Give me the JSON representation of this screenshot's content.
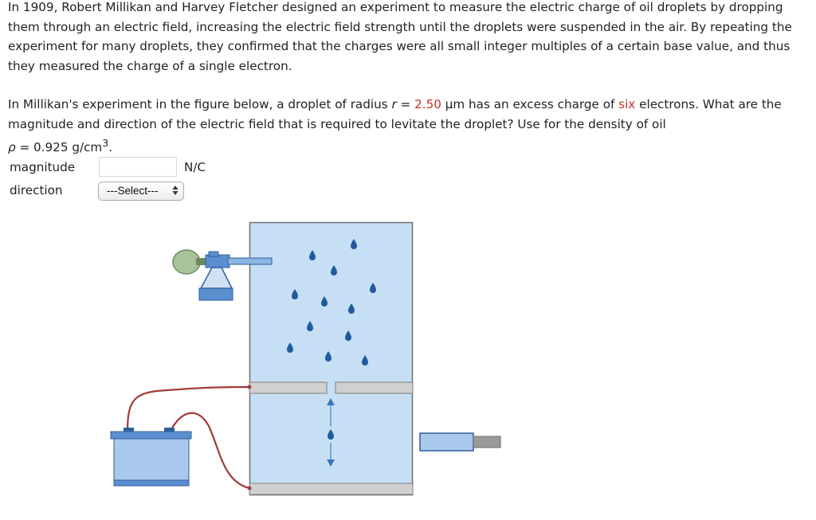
{
  "intro": {
    "text": "In 1909, Robert Millikan and Harvey Fletcher designed an experiment to measure the electric charge of oil droplets by dropping them through an electric field, increasing the electric field strength until the droplets were suspended in the air. By repeating the experiment for many droplets, they confirmed that the charges were all small integer multiples of a certain base value, and thus they measured the charge of a single electron."
  },
  "question": {
    "part1": "In Millikan's experiment in the figure below, a droplet of radius ",
    "r_symbol": "r",
    "eq1": " = ",
    "radius_value": "2.50",
    "part2": " μm has an excess charge of ",
    "charge_count": "six",
    "part3": " electrons. What are the magnitude and direction of the electric field that is required to levitate the droplet? Use for the density of oil ",
    "rho_symbol": "ρ",
    "eq2": " = 0.925 g/cm",
    "exponent": "3",
    "end": "."
  },
  "form": {
    "magnitude_label": "magnitude",
    "magnitude_value": "",
    "magnitude_unit": "N/C",
    "direction_label": "direction",
    "direction_selected": "---Select---"
  },
  "colors": {
    "highlight": "#c8302b",
    "chamber_fill": "#c6dff5",
    "droplet": "#1f5b9e",
    "wire": "#a23b3b",
    "plate": "#d0d0d0",
    "battery": "#a9c9ec",
    "bulb": "#a8c39a"
  },
  "figure": {
    "icons": [
      "atomizer-bulb-icon",
      "battery-icon",
      "microscope-icon",
      "droplet-icon",
      "arrow-up-icon",
      "arrow-down-icon"
    ]
  }
}
